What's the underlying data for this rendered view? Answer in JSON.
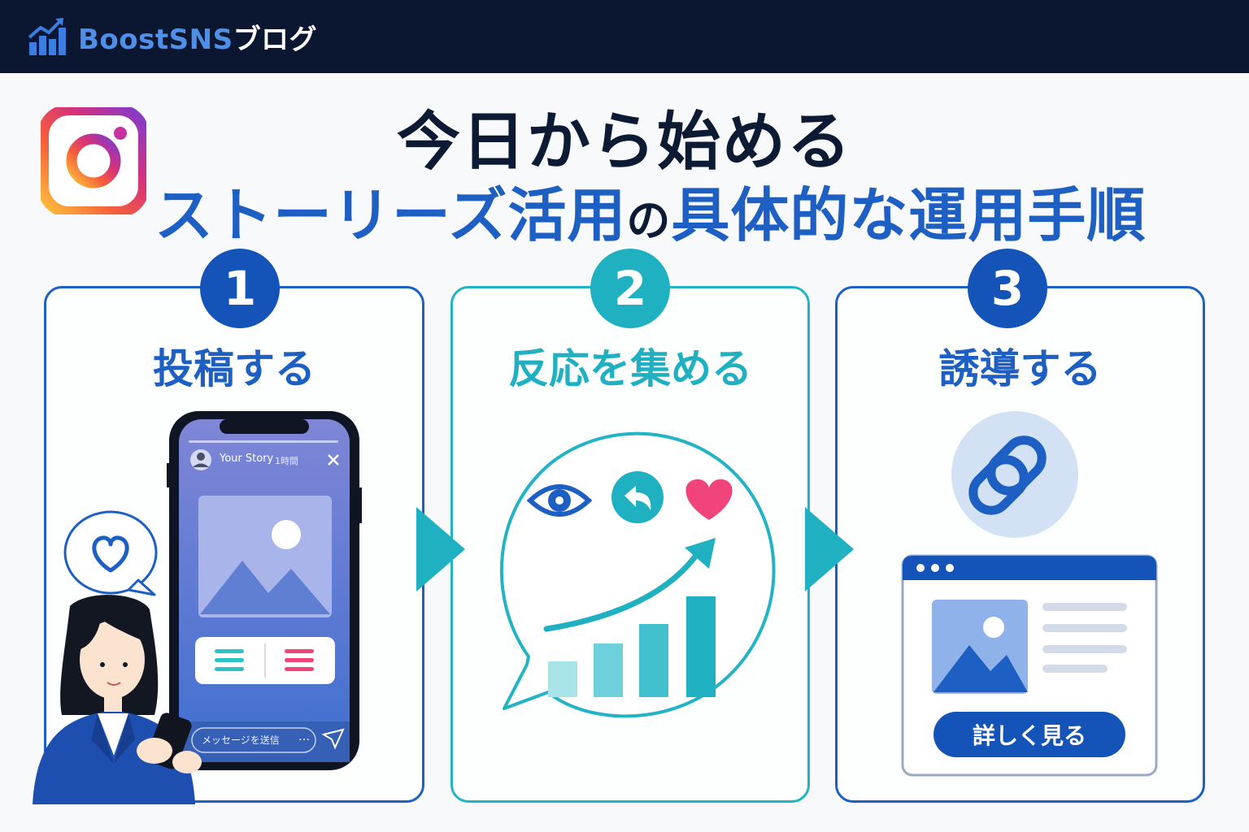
{
  "header": {
    "brand_a": "BoostSNS",
    "brand_b": "ブログ",
    "logo_icon": "bar-chart-up-icon"
  },
  "title": {
    "line1": "今日から始める",
    "line2_a": "ストーリーズ活用",
    "line2_b": "の",
    "line2_c": "具体的な運用手順"
  },
  "steps": [
    {
      "number": "1",
      "label": "投稿する",
      "color": "#1e5fc4"
    },
    {
      "number": "2",
      "label": "反応を集める",
      "color": "#1fb0c2"
    },
    {
      "number": "3",
      "label": "誘導する",
      "color": "#1e5fc4"
    }
  ],
  "phone": {
    "story_name": "Your Story",
    "story_time": "1時間",
    "message_placeholder": "メッセージを送信",
    "more": "…"
  },
  "web": {
    "button_label": "詳しく見る"
  },
  "colors": {
    "navy": "#0b1630",
    "blue": "#1e5fc4",
    "teal": "#1fb0c2",
    "pink": "#f0447a"
  }
}
